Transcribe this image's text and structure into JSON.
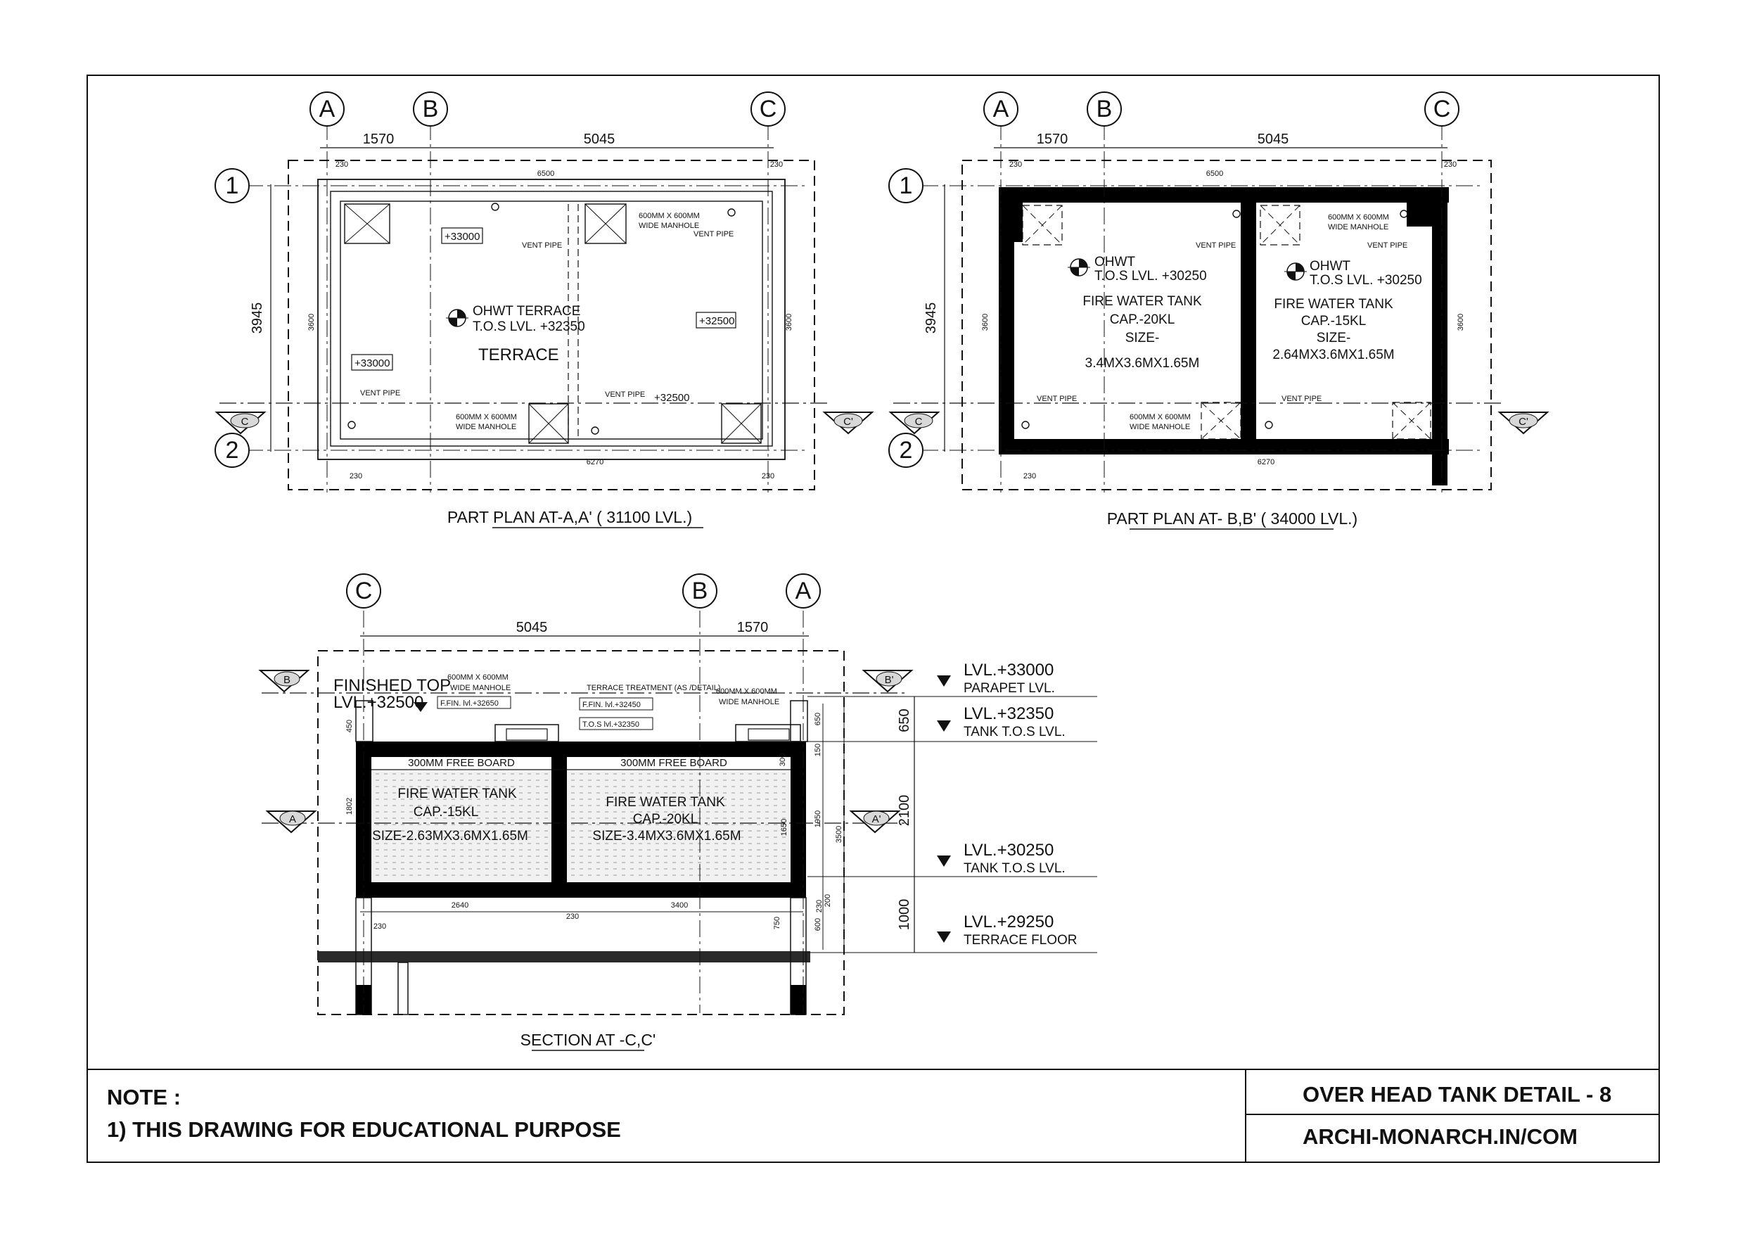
{
  "grids": {
    "a": "A",
    "b": "B",
    "c": "C",
    "one": "1",
    "two": "2"
  },
  "sections": {
    "c": "C",
    "c_prime": "C'",
    "b": "B",
    "b_prime": "B'",
    "a": "A",
    "a_prime": "A'"
  },
  "plan1": {
    "caption": "PART PLAN  AT-A,A' ( 31100 LVL.)",
    "dim_top_left": "1570",
    "dim_top_right": "5045",
    "dim_overall": "3945",
    "dim_6500": "6500",
    "dim_6270": "6270",
    "dim_3600": "3600",
    "dim_230": "230",
    "terrace_lvl_title": "OHWT TERRACE",
    "terrace_lvl_value": "T.O.S LVL. +32350",
    "terrace_label": "TERRACE",
    "lvl_33000": "+33000",
    "lvl_32500": "+32500",
    "vent_pipe": "VENT PIPE",
    "manhole_line1": "600MM X 600MM",
    "manhole_line2": "WIDE MANHOLE"
  },
  "plan2": {
    "caption": "PART PLAN  AT- B,B' ( 34000 LVL.)",
    "dim_top_left": "1570",
    "dim_top_right": "5045",
    "dim_overall": "3945",
    "dim_6500": "6500",
    "dim_6270": "6270",
    "dim_3600": "3600",
    "dim_230": "230",
    "ohwt": "OHWT",
    "tos_lvl": "T.O.S LVL. +30250",
    "tank1_name": "FIRE WATER TANK",
    "tank1_cap": "CAP.-20KL",
    "tank1_size_label": "SIZE-",
    "tank1_size": "3.4MX3.6MX1.65M",
    "tank2_name": "FIRE WATER TANK",
    "tank2_cap": "CAP.-15KL",
    "tank2_size_label": "SIZE-",
    "tank2_size": "2.64MX3.6MX1.65M",
    "vent_pipe": "VENT PIPE",
    "manhole_line1": "600MM X 600MM",
    "manhole_line2": "WIDE MANHOLE"
  },
  "section": {
    "caption": "SECTION AT -C,C'",
    "dim_5045": "5045",
    "dim_1570": "1570",
    "finished_top": "FINISHED TOP",
    "finished_top_lvl": "LVL.+32500",
    "manhole_line1": "600MM X 600MM",
    "manhole_line2": "WIDE MANHOLE",
    "ffin_32650": "F.FIN. lvl.+32650",
    "terrace_treatment": "TERRACE TREATMENT  (AS /DETAIL)",
    "ffin_32450": "F.FIN. lvl.+32450",
    "tos_32350": "T.O.S lvl.+32350",
    "free_board": "300MM FREE BOARD",
    "tank_left_name": "FIRE WATER TANK",
    "tank_left_cap": "CAP.-15KL",
    "tank_left_size": "SIZE-2.63MX3.6MX1.65M",
    "tank_right_name": "FIRE WATER TANK",
    "tank_right_cap": "CAP.-20KL",
    "tank_right_size": "SIZE-3.4MX3.6MX1.65M",
    "dim_2640": "2640",
    "dim_3400": "3400",
    "dim_230": "230",
    "dim_1802": "1802",
    "dim_1650": "1650",
    "dim_1950": "1950",
    "dim_3500": "3500",
    "dim_450": "450",
    "dim_650": "650",
    "dim_150": "150",
    "dim_300": "300",
    "dim_750": "750",
    "dim_600": "600",
    "dim_200": "200",
    "dim_2100": "2100",
    "dim_1000": "1000",
    "lvl_33000": "LVL.+33000",
    "lvl_33000_label": "PARAPET LVL.",
    "lvl_32350": "LVL.+32350",
    "lvl_32350_label": "TANK T.O.S  LVL.",
    "lvl_30250": "LVL.+30250",
    "lvl_30250_label": "TANK T.O.S  LVL.",
    "lvl_29250": "LVL.+29250",
    "lvl_29250_label": "TERRACE FLOOR"
  },
  "title_block": {
    "note_heading": "NOTE :",
    "note_1": "1) THIS DRAWING FOR EDUCATIONAL PURPOSE",
    "title": "OVER HEAD TANK DETAIL - 8",
    "website": "ARCHI-MONARCH.IN/COM"
  }
}
